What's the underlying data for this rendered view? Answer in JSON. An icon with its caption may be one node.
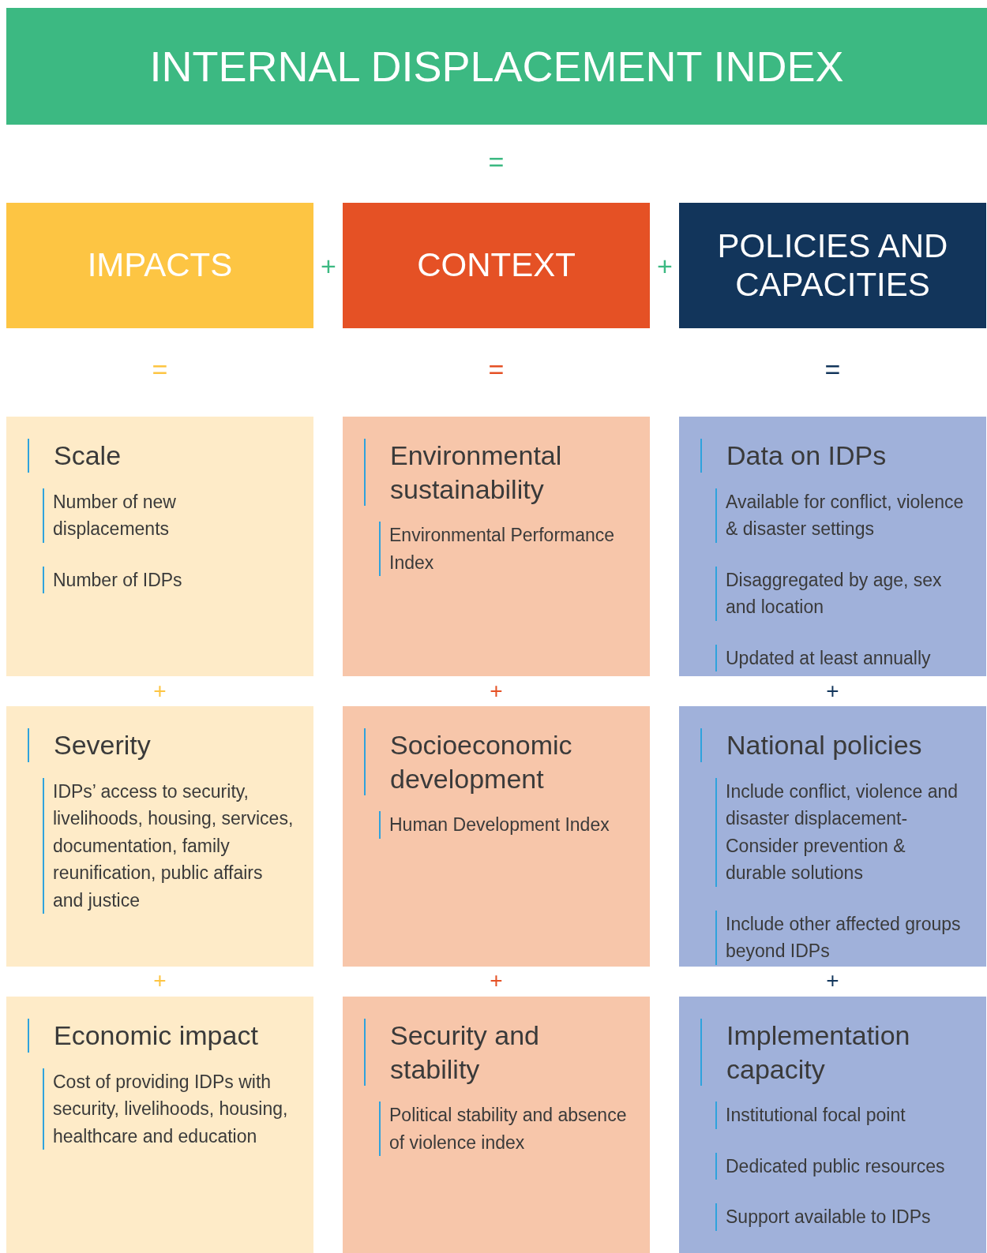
{
  "diagram": {
    "title": "INTERNAL DISPLACEMENT INDEX",
    "nodes": [
      {
        "text": [
          "IMPACTS"
        ]
      },
      {
        "text": [
          "CONTEXT"
        ]
      },
      {
        "text": [
          "POLICIES AND CAPACITIES"
        ]
      },
      {
        "text": [
          "Scale",
          "Number of new displacements",
          "Number of IDPs"
        ]
      },
      {
        "text": [
          "Environmental sustainability",
          "Environmental Performance Index"
        ]
      },
      {
        "text": [
          "Data on IDPs",
          "Available for conflict, violence & disaster settings",
          "Disaggregated by age, sex and location",
          "Updated at least annually"
        ]
      },
      {
        "text": [
          "Severity",
          "IDPs’ access to security, livelihoods, housing, services, documentation, family reunification, public affairs and justice"
        ]
      },
      {
        "text": [
          "Socioeconomic development",
          "Human Development Index"
        ]
      },
      {
        "text": [
          "National policies",
          "Include conflict, violence and disaster displacement- Consider prevention & durable solutions",
          "Include other affected groups beyond IDPs"
        ]
      },
      {
        "text": [
          "Economic impact",
          "Cost of providing IDPs with security, livelihoods, housing, healthcare and education"
        ]
      },
      {
        "text": [
          "Security and stability",
          "Political stability and absence of violence index"
        ]
      },
      {
        "text": [
          "Implementation capacity",
          "Institutional focal point",
          "Dedicated public resources",
          "Support available to IDPs"
        ]
      }
    ],
    "labels": [
      "=",
      "+",
      "+",
      "=",
      "=",
      "=",
      "+",
      "+",
      "+",
      "+",
      "+",
      "+"
    ]
  }
}
